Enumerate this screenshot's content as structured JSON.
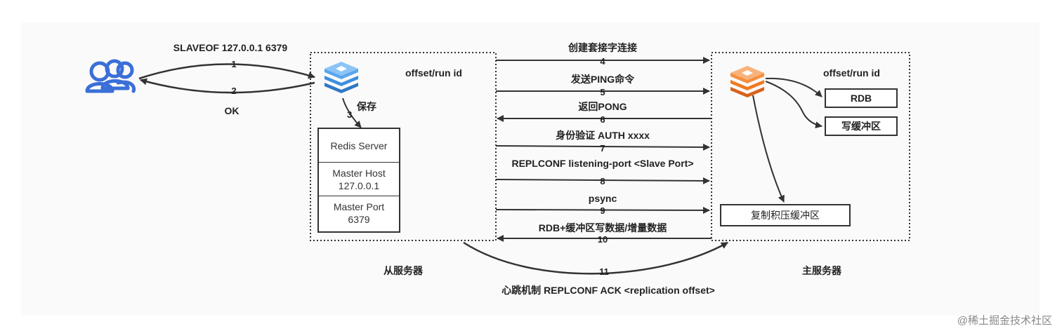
{
  "left_command": "SLAVEOF 127.0.0.1 6379",
  "left_step1": "1",
  "left_step2": "2",
  "left_ok": "OK",
  "save_step": "3",
  "save_label": "保存",
  "slave_offset": "offset/run id",
  "slave_stack": {
    "server": "Redis Server",
    "host_label": "Master Host",
    "host_value": "127.0.0.1",
    "port_label": "Master Port",
    "port_value": "6379"
  },
  "master_offset": "offset/run id",
  "master_rdb": "RDB",
  "master_write_buffer": "写缓冲区",
  "master_backlog": "复制积压缓冲区",
  "slave_caption": "从服务器",
  "master_caption": "主服务器",
  "steps": [
    {
      "label": "创建套接字连接",
      "num": "4",
      "dir": "right"
    },
    {
      "label": "发送PING命令",
      "num": "5",
      "dir": "right"
    },
    {
      "label": "返回PONG",
      "num": "6",
      "dir": "left"
    },
    {
      "label": "身份验证 AUTH xxxx",
      "num": "7",
      "dir": "right"
    },
    {
      "label": "REPLCONF listening-port <Slave Port>",
      "num": "8",
      "dir": "right"
    },
    {
      "label": "psync",
      "num": "9",
      "dir": "right"
    },
    {
      "label": "RDB+缓冲区写数据/增量数据",
      "num": "10",
      "dir": "left"
    }
  ],
  "heartbeat_num": "11",
  "heartbeat_label": "心跳机制 REPLCONF ACK <replication offset>",
  "watermark": "@稀土掘金技术社区",
  "colors": {
    "slave_icon": "#3d8fe0",
    "master_icon": "#f07a20",
    "user_icon": "#3a6fd8"
  }
}
